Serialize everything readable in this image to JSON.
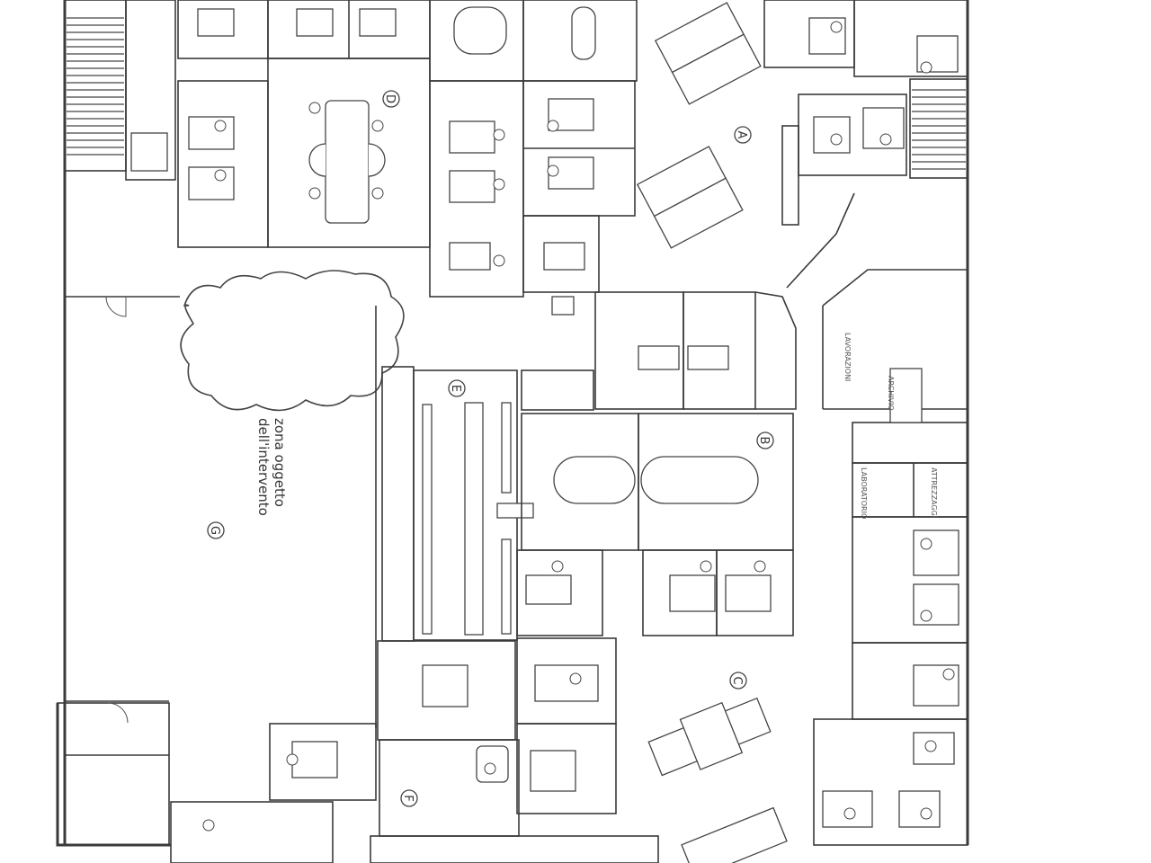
{
  "zones": [
    {
      "letter": "A"
    },
    {
      "letter": "B"
    },
    {
      "letter": "C"
    },
    {
      "letter": "D"
    },
    {
      "letter": "E"
    },
    {
      "letter": "F"
    },
    {
      "letter": "G"
    }
  ],
  "intervention_note": {
    "line1": "zona oggetto",
    "line2": "dell'intervento"
  },
  "room_labels": {
    "r1": "LAVORAZIONI",
    "r2": "ARCHIVIO",
    "r3": "LABORATORIO",
    "r4": "ATTREZZAGGI"
  }
}
